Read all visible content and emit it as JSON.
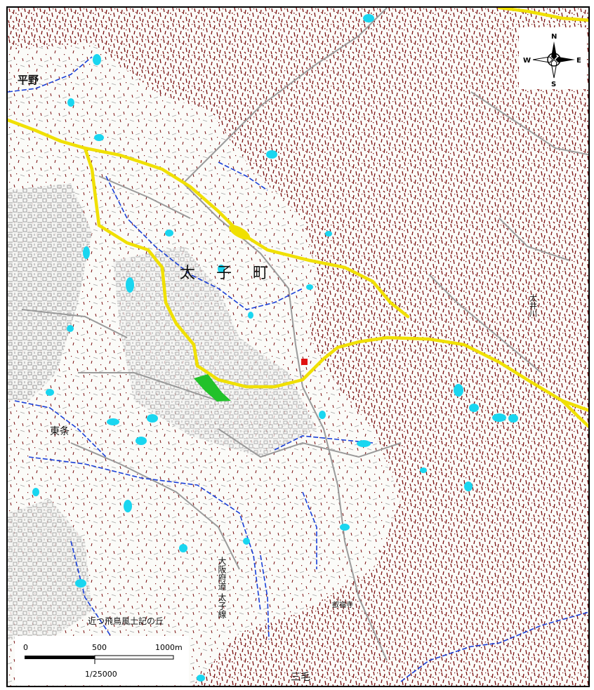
{
  "map": {
    "town_name": "太子町",
    "scale_ratio": "1/25000",
    "scale_ticks": [
      "0",
      "500",
      "1000m"
    ],
    "compass": {
      "north": "N",
      "south": "S",
      "east": "E",
      "west": "W"
    },
    "labels": {
      "top_left_place": "平野",
      "town_big": "太子町",
      "west_district": "東条",
      "south_temple": "叡福寺",
      "south_park": "近つ飛鳥風土記の丘",
      "south_vertical": "大阪府道 太子線",
      "bottom_place": "三毛",
      "east_vertical": "太井川"
    },
    "colors": {
      "terrain": "#7a1010",
      "road_major": "#f0e000",
      "road_minor": "#9a9a9a",
      "river": "#1a3fd8",
      "pond": "#19d6f0",
      "park": "#22c22a",
      "marker": "#e01010"
    }
  }
}
